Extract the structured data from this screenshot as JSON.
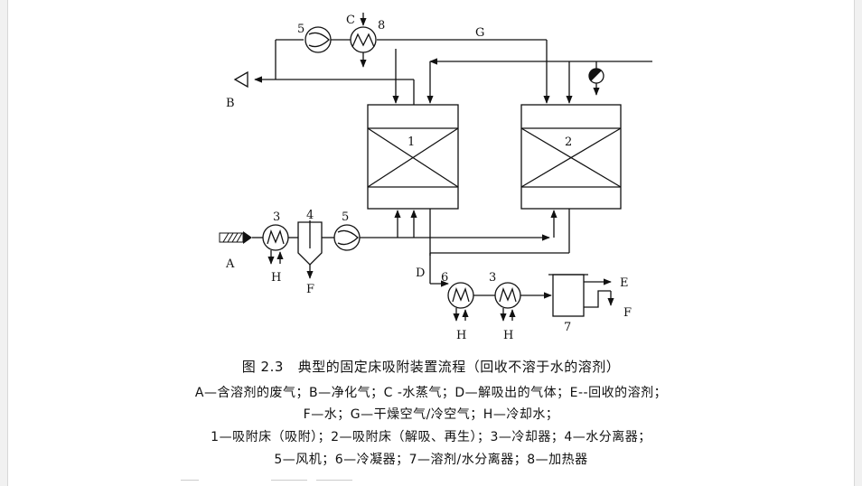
{
  "labels": {
    "A": "A",
    "B": "B",
    "C": "C",
    "D": "D",
    "E": "E",
    "F": "F",
    "G": "G",
    "H": "H",
    "n1": "1",
    "n2": "2",
    "n3": "3",
    "n4": "4",
    "n5": "5",
    "n6": "6",
    "n7": "7",
    "n8": "8"
  },
  "caption": {
    "title": "图 2.3   典型的固定床吸附装置流程（回收不溶于水的溶剂）",
    "line1": "A—含溶剂的废气；B—净化气；C -水蒸气；D—解吸出的气体；E--回收的溶剂；",
    "line2": "F—水；G—干燥空气/冷空气；H—冷却水；",
    "line3": "1—吸附床（吸附）；2—吸附床（解吸、再生）；3—冷却器；4—水分离器；",
    "line4": "5—风机；6—冷凝器；7—溶剂/水分离器；8—加热器"
  }
}
